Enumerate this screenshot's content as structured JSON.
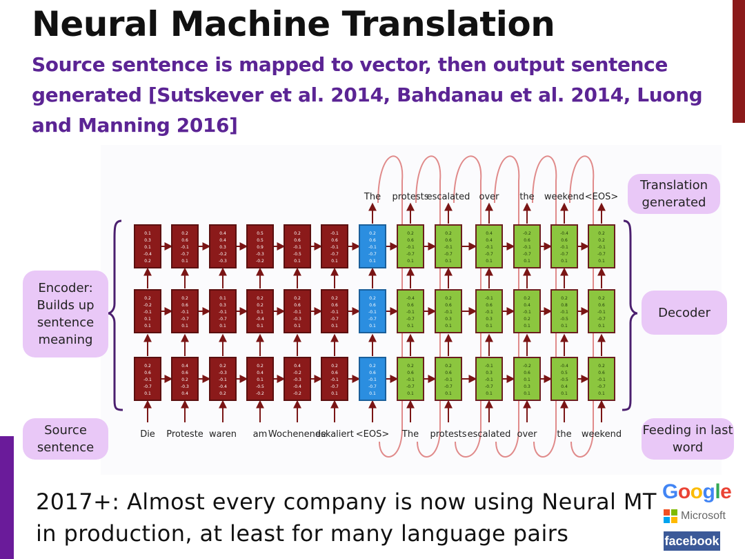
{
  "slide": {
    "title": "Neural Machine Translation",
    "subtitle": "Source sentence is mapped to vector, then output sentence generated [Sutskever et al. 2014, Bahdanau et al. 2014, Luong and Manning 2016]",
    "bottom_text": "2017+: Almost every company is now using Neural MT in production, at least for many language pairs"
  },
  "labels": {
    "translation_generated": "Translation generated",
    "encoder": "Encoder: Builds up sentence meaning",
    "decoder": "Decoder",
    "source_sentence": "Source sentence",
    "feeding_last_word": "Feeding in last word"
  },
  "logos": {
    "google": [
      "G",
      "o",
      "o",
      "g",
      "l",
      "e"
    ],
    "google_colors": [
      "#4285f4",
      "#ea4335",
      "#fbbc05",
      "#4285f4",
      "#34a853",
      "#ea4335"
    ],
    "microsoft": "Microsoft",
    "microsoft_colors": [
      "#f25022",
      "#7fba00",
      "#00a4ef",
      "#ffb900"
    ],
    "facebook": "facebook"
  },
  "diagram": {
    "source_words": [
      "Die",
      "Proteste",
      "waren",
      "am",
      "Wochenende",
      "eskaliert",
      "<EOS>"
    ],
    "decoder_input_words": [
      "The",
      "protests",
      "escalated",
      "over",
      "the",
      "weekend"
    ],
    "output_words": [
      "The",
      "protests",
      "escalated",
      "over",
      "the",
      "weekend",
      "<EOS>"
    ],
    "colors": {
      "encoder": "#8b1a1a",
      "encoder_border": "#5a0f0f",
      "encoder_arrow": "#7a1515",
      "bridge": "#2b8ee0",
      "bridge_border": "#1a5f9a",
      "decoder": "#8cc63f",
      "decoder_border": "#6a1e1e",
      "loop": "#e08a8a",
      "brace": "#4b1f6f"
    },
    "rows": [
      [
        [
          "0.1",
          "0.3",
          "0.1",
          "-0.4",
          "0.2"
        ],
        [
          "0.2",
          "0.6",
          "-0.1",
          "-0.7",
          "0.1"
        ],
        [
          "0.4",
          "0.4",
          "0.3",
          "-0.2",
          "-0.3"
        ],
        [
          "0.5",
          "0.5",
          "0.9",
          "-0.3",
          "-0.2"
        ],
        [
          "0.2",
          "0.6",
          "-0.1",
          "-0.5",
          "0.1"
        ],
        [
          "-0.1",
          "0.6",
          "-0.1",
          "-0.7",
          "0.1"
        ],
        [
          "0.2",
          "0.6",
          "-0.1",
          "-0.7",
          "0.1"
        ],
        [
          "0.2",
          "0.6",
          "-0.1",
          "-0.7",
          "0.1"
        ],
        [
          "0.2",
          "0.6",
          "-0.1",
          "-0.7",
          "0.1"
        ],
        [
          "0.4",
          "0.4",
          "-0.1",
          "-0.7",
          "0.1"
        ],
        [
          "-0.2",
          "0.6",
          "-0.1",
          "-0.7",
          "0.1"
        ],
        [
          "-0.4",
          "0.6",
          "-0.1",
          "-0.7",
          "0.1"
        ],
        [
          "0.2",
          "0.2",
          "-0.1",
          "-0.7",
          "0.1"
        ]
      ],
      [
        [
          "0.2",
          "-0.2",
          "-0.1",
          "0.1",
          "0.1"
        ],
        [
          "0.2",
          "0.6",
          "-0.1",
          "-0.7",
          "0.1"
        ],
        [
          "0.1",
          "0.3",
          "-0.1",
          "-0.7",
          "0.1"
        ],
        [
          "0.2",
          "0.2",
          "0.1",
          "-0.4",
          "0.1"
        ],
        [
          "0.2",
          "0.6",
          "-0.1",
          "-0.3",
          "0.1"
        ],
        [
          "0.2",
          "0.6",
          "-0.1",
          "-0.7",
          "0.1"
        ],
        [
          "0.2",
          "0.6",
          "-0.1",
          "-0.7",
          "0.1"
        ],
        [
          "-0.4",
          "0.6",
          "-0.1",
          "-0.7",
          "0.1"
        ],
        [
          "0.2",
          "0.6",
          "-0.1",
          "0.3",
          "0.1"
        ],
        [
          "-0.1",
          "0.6",
          "-0.1",
          "0.3",
          "0.1"
        ],
        [
          "0.2",
          "0.4",
          "-0.1",
          "0.2",
          "0.1"
        ],
        [
          "0.2",
          "0.8",
          "-0.1",
          "-0.5",
          "0.1"
        ],
        [
          "0.2",
          "0.6",
          "-0.1",
          "-0.7",
          "0.1"
        ]
      ],
      [
        [
          "0.2",
          "0.6",
          "-0.1",
          "-0.7",
          "0.1"
        ],
        [
          "0.4",
          "0.6",
          "0.2",
          "-0.3",
          "0.4"
        ],
        [
          "0.2",
          "-0.3",
          "-0.1",
          "-0.4",
          "0.2"
        ],
        [
          "0.2",
          "0.4",
          "0.1",
          "-0.5",
          "-0.2"
        ],
        [
          "0.4",
          "-0.2",
          "-0.3",
          "-0.4",
          "-0.2"
        ],
        [
          "0.2",
          "0.6",
          "-0.1",
          "-0.7",
          "0.1"
        ],
        [
          "0.2",
          "0.6",
          "-0.1",
          "-0.7",
          "0.1"
        ],
        [
          "0.2",
          "0.6",
          "-0.1",
          "-0.7",
          "0.1"
        ],
        [
          "0.2",
          "0.6",
          "-0.1",
          "-0.7",
          "0.1"
        ],
        [
          "-0.1",
          "0.3",
          "-0.1",
          "-0.7",
          "0.1"
        ],
        [
          "-0.2",
          "0.6",
          "0.1",
          "0.3",
          "0.1"
        ],
        [
          "-0.4",
          "0.5",
          "-0.5",
          "0.4",
          "0.1"
        ],
        [
          "0.2",
          "0.6",
          "-0.1",
          "-0.7",
          "0.1"
        ]
      ]
    ]
  }
}
